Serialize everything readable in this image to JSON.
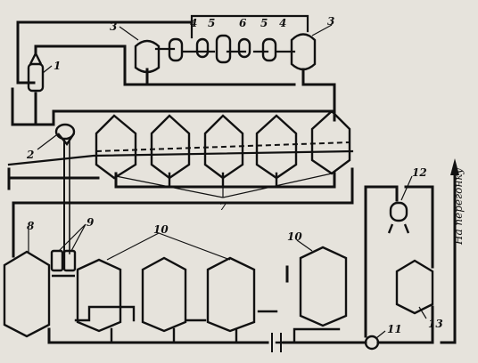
{
  "labels": {
    "n1": "1",
    "n2": "2",
    "n3a": "3",
    "n3b": "3",
    "n4a": "4",
    "n5a": "5",
    "n6": "6",
    "n5b": "5",
    "n4b": "4",
    "n7": "7",
    "n8": "8",
    "n9": "9",
    "n10a": "10",
    "n10b": "10",
    "n11": "11",
    "n12": "12",
    "n13": "13"
  },
  "side_label": "На перегонку"
}
